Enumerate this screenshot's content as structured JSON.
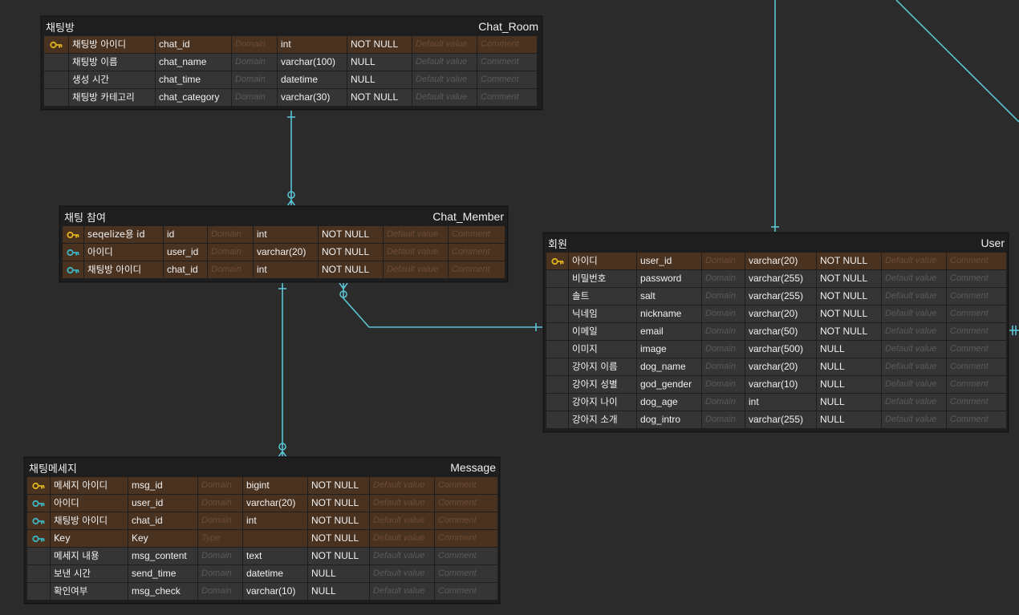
{
  "colors": {
    "background": "#2b2b2b",
    "pk_row": "#4a3220",
    "row": "#353535",
    "connector": "#5bc4d4",
    "pk_key": "#e0b21c",
    "fk_key": "#3bb5c2"
  },
  "placeholders": {
    "domain": "Domain",
    "default": "Default value",
    "comment": "Comment",
    "type": "Type"
  },
  "tables": [
    {
      "name_ko": "채팅방",
      "name_en": "Chat_Room",
      "columns": [
        {
          "key": "pk",
          "label": "채팅방 아이디",
          "name": "chat_id",
          "domain": "Domain",
          "type": "int",
          "null": "NOT NULL"
        },
        {
          "key": "",
          "label": "채팅방 이름",
          "name": "chat_name",
          "domain": "Domain",
          "type": "varchar(100)",
          "null": "NULL"
        },
        {
          "key": "",
          "label": "생성 시간",
          "name": "chat_time",
          "domain": "Domain",
          "type": "datetime",
          "null": "NULL"
        },
        {
          "key": "",
          "label": "채팅방 카테고리",
          "name": "chat_category",
          "domain": "Domain",
          "type": "varchar(30)",
          "null": "NOT NULL"
        }
      ]
    },
    {
      "name_ko": "채팅 참여",
      "name_en": "Chat_Member",
      "columns": [
        {
          "key": "pk",
          "label": "seqelize용 id",
          "name": "id",
          "domain": "Domain",
          "type": "int",
          "null": "NOT NULL"
        },
        {
          "key": "fk",
          "label": "아이디",
          "name": "user_id",
          "domain": "Domain",
          "type": "varchar(20)",
          "null": "NOT NULL"
        },
        {
          "key": "fk",
          "label": "채팅방 아이디",
          "name": "chat_id",
          "domain": "Domain",
          "type": "int",
          "null": "NOT NULL"
        }
      ]
    },
    {
      "name_ko": "회원",
      "name_en": "User",
      "columns": [
        {
          "key": "pk",
          "label": "아이디",
          "name": "user_id",
          "domain": "Domain",
          "type": "varchar(20)",
          "null": "NOT NULL"
        },
        {
          "key": "",
          "label": "비밀번호",
          "name": "password",
          "domain": "Domain",
          "type": "varchar(255)",
          "null": "NOT NULL"
        },
        {
          "key": "",
          "label": "솔트",
          "name": "salt",
          "domain": "Domain",
          "type": "varchar(255)",
          "null": "NOT NULL"
        },
        {
          "key": "",
          "label": "닉네임",
          "name": "nickname",
          "domain": "Domain",
          "type": "varchar(20)",
          "null": "NOT NULL"
        },
        {
          "key": "",
          "label": "이메일",
          "name": "email",
          "domain": "Domain",
          "type": "varchar(50)",
          "null": "NOT NULL"
        },
        {
          "key": "",
          "label": "이미지",
          "name": "image",
          "domain": "Domain",
          "type": "varchar(500)",
          "null": "NULL"
        },
        {
          "key": "",
          "label": "강아지 이름",
          "name": "dog_name",
          "domain": "Domain",
          "type": "varchar(20)",
          "null": "NULL"
        },
        {
          "key": "",
          "label": "강아지 성별",
          "name": "god_gender",
          "domain": "Domain",
          "type": "varchar(10)",
          "null": "NULL"
        },
        {
          "key": "",
          "label": "강아지 나이",
          "name": "dog_age",
          "domain": "Domain",
          "type": "int",
          "null": "NULL"
        },
        {
          "key": "",
          "label": "강아지 소개",
          "name": "dog_intro",
          "domain": "Domain",
          "type": "varchar(255)",
          "null": "NULL"
        }
      ]
    },
    {
      "name_ko": "채팅메세지",
      "name_en": "Message",
      "columns": [
        {
          "key": "pk",
          "label": "메세지 아이디",
          "name": "msg_id",
          "domain": "Domain",
          "type": "bigint",
          "null": "NOT NULL"
        },
        {
          "key": "fk",
          "label": "아이디",
          "name": "user_id",
          "domain": "Domain",
          "type": "varchar(20)",
          "null": "NOT NULL"
        },
        {
          "key": "fk",
          "label": "채팅방 아이디",
          "name": "chat_id",
          "domain": "Domain",
          "type": "int",
          "null": "NOT NULL"
        },
        {
          "key": "fk",
          "label": "Key",
          "name": "Key",
          "domain": "Type",
          "type": "",
          "null": "NOT NULL"
        },
        {
          "key": "",
          "label": "메세지 내용",
          "name": "msg_content",
          "domain": "Domain",
          "type": "text",
          "null": "NOT NULL"
        },
        {
          "key": "",
          "label": "보낸 시간",
          "name": "send_time",
          "domain": "Domain",
          "type": "datetime",
          "null": "NULL"
        },
        {
          "key": "",
          "label": "확인여부",
          "name": "msg_check",
          "domain": "Domain",
          "type": "varchar(10)",
          "null": "NULL"
        }
      ]
    }
  ]
}
